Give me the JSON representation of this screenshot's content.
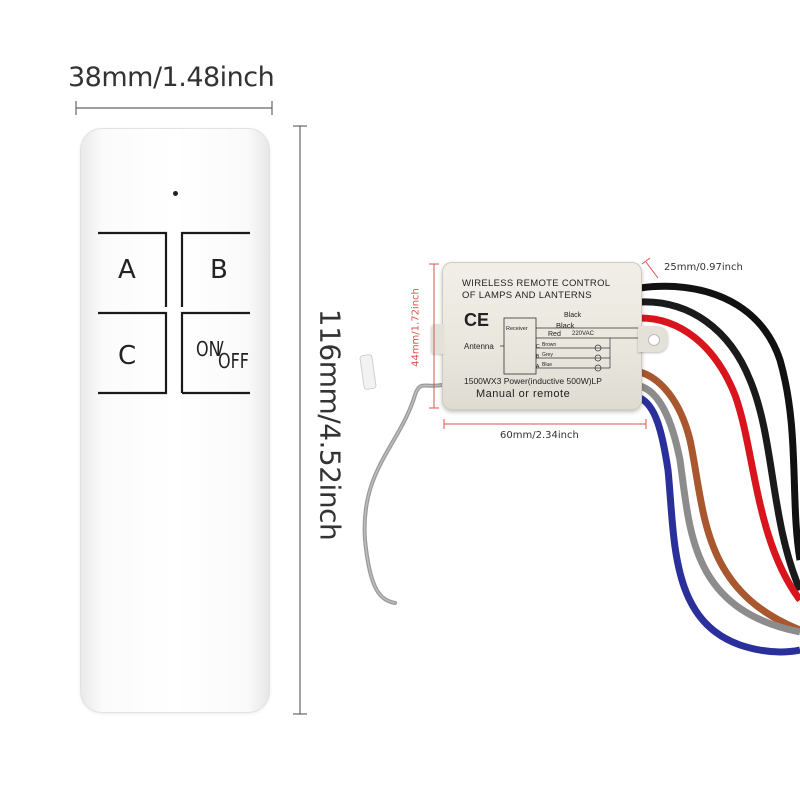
{
  "dimensions": {
    "remote_width": "38mm/1.48inch",
    "remote_height": "116mm/4.52inch",
    "receiver_depth": "25mm/0.97inch",
    "receiver_height": "44mm/1.72inch",
    "receiver_width": "60mm/2.34inch"
  },
  "remote": {
    "buttons": [
      "A",
      "B",
      "C"
    ],
    "onoff_top": "ON",
    "onoff_bottom": "OFF"
  },
  "receiver": {
    "title_line1": "WIRELESS REMOTE CONTROL",
    "title_line2": "OF LAMPS AND LANTERNS",
    "ce_mark": "CE",
    "antenna_label": "Antenna",
    "receiver_label": "Receiver",
    "wire_black_1": "Black",
    "wire_black_2": "Black",
    "wire_red": "Red",
    "voltage": "220VAC",
    "wire_brown": "Brown",
    "wire_grey": "Grey",
    "wire_blue": "Blue",
    "channel_c": "C",
    "channel_b": "B",
    "channel_a": "A",
    "power_rating": "1500WX3 Power(inductive 500W)LP",
    "mode_text": "Manual  or  remote"
  },
  "colors": {
    "dimension_red": "#d9534f",
    "dimension_gray": "#555555",
    "wire_black": "#111111",
    "wire_red": "#d8141c",
    "wire_brown": "#a8572e",
    "wire_grey": "#8c8c8c",
    "wire_blue": "#2b2f9c",
    "antenna": "#9a9a9a"
  }
}
